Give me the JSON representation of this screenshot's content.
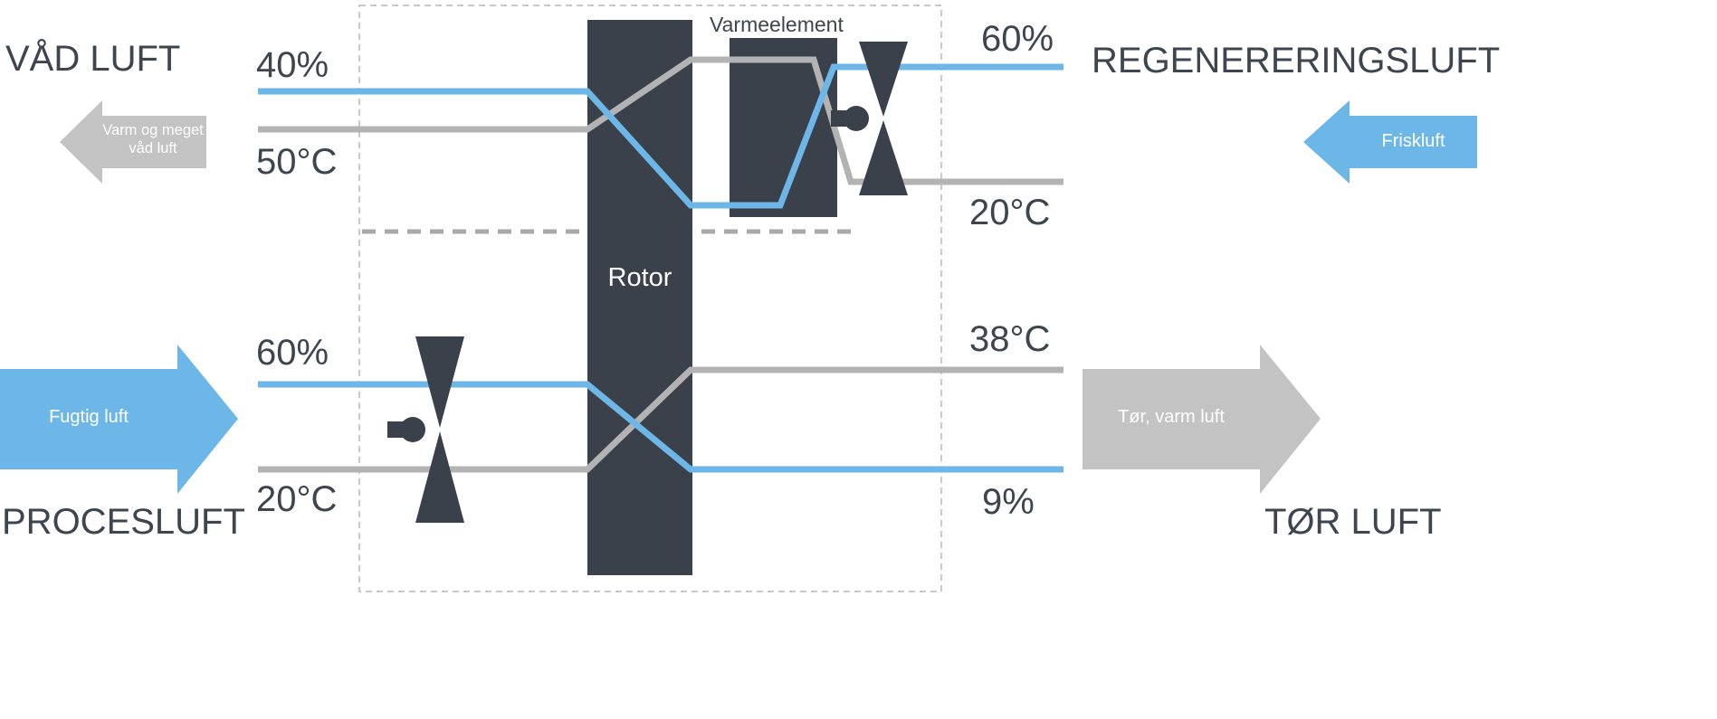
{
  "colors": {
    "dark": "#3a414a",
    "blue": "#6db6e8",
    "line_gray": "#b3b3b3",
    "arrow_gray": "#c3c3c3",
    "text_dark": "#3d454e",
    "dash_gray": "#c9c9c9"
  },
  "streams": {
    "wet_air_label": "VÅD LUFT",
    "process_air_label": "PROCESLUFT",
    "regeneration_air_label": "REGENERERINGSLUFT",
    "dry_air_label": "TØR LUFT"
  },
  "components": {
    "rotor": "Rotor",
    "heating_element": "Varmeelement"
  },
  "readings": {
    "regen_out_humidity": "40%",
    "regen_out_temp": "50°C",
    "regen_in_humidity": "60%",
    "regen_in_temp": "20°C",
    "process_in_humidity": "60%",
    "process_in_temp": "20°C",
    "process_out_temp": "38°C",
    "process_out_humidity": "9%"
  },
  "arrows": {
    "wet_out_line1": "Varm og meget",
    "wet_out_line2": "våd luft",
    "fresh_in": "Friskluft",
    "humid_in": "Fugtig luft",
    "dry_out": "Tør, varm luft"
  }
}
